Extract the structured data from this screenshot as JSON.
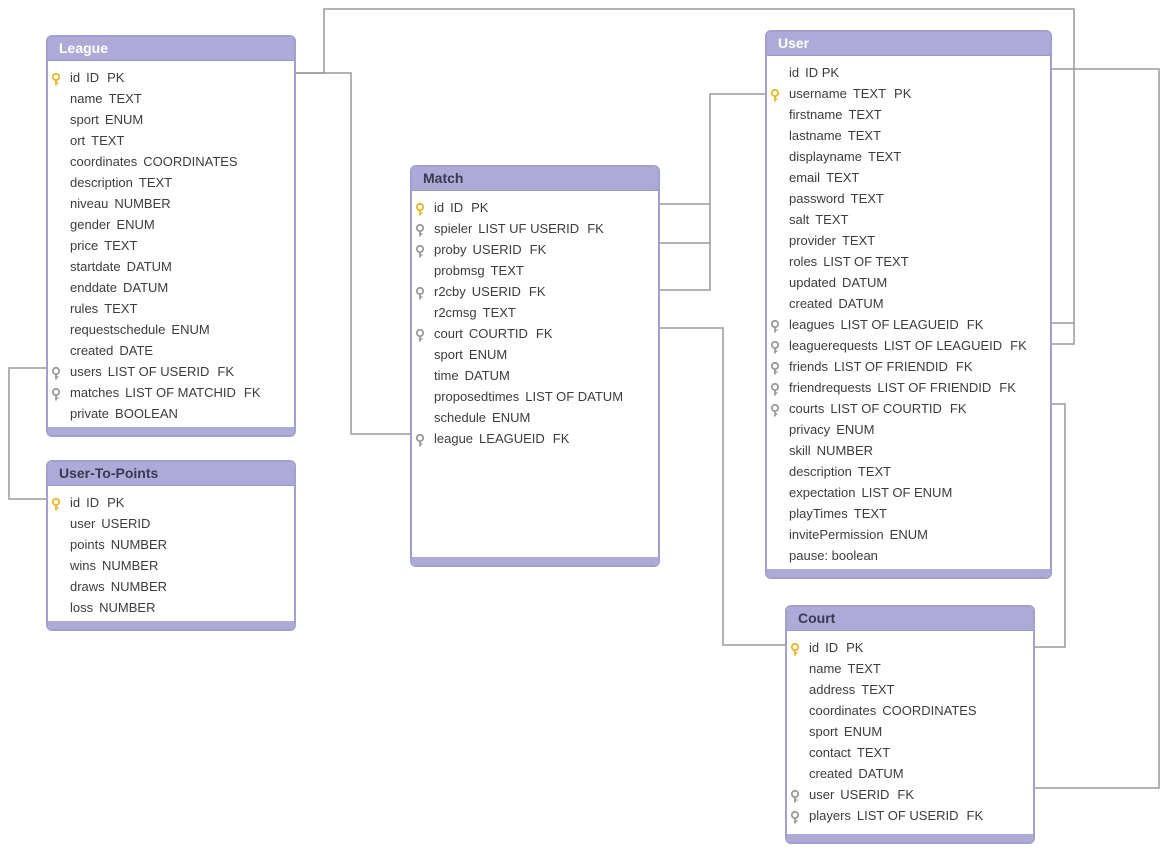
{
  "colors": {
    "header": "#aeaad8",
    "border": "#a39fd0",
    "pk_key": "#e8b62a",
    "fk_key": "#9a9a9a",
    "connector": "#9a9a9a"
  },
  "entities": {
    "league": {
      "title": "League",
      "fields": [
        {
          "name": "id",
          "type": "ID",
          "flag": "PK",
          "key": "pk"
        },
        {
          "name": "name",
          "type": "TEXT",
          "flag": "",
          "key": ""
        },
        {
          "name": "sport",
          "type": "ENUM",
          "flag": "",
          "key": ""
        },
        {
          "name": "ort",
          "type": "TEXT",
          "flag": "",
          "key": ""
        },
        {
          "name": "coordinates",
          "type": "COORDINATES",
          "flag": "",
          "key": ""
        },
        {
          "name": "description",
          "type": "TEXT",
          "flag": "",
          "key": ""
        },
        {
          "name": "niveau",
          "type": "NUMBER",
          "flag": "",
          "key": ""
        },
        {
          "name": "gender",
          "type": "ENUM",
          "flag": "",
          "key": ""
        },
        {
          "name": "price",
          "type": "TEXT",
          "flag": "",
          "key": ""
        },
        {
          "name": "startdate",
          "type": "DATUM",
          "flag": "",
          "key": ""
        },
        {
          "name": "enddate",
          "type": "DATUM",
          "flag": "",
          "key": ""
        },
        {
          "name": "rules",
          "type": "TEXT",
          "flag": "",
          "key": ""
        },
        {
          "name": "requestschedule",
          "type": "ENUM",
          "flag": "",
          "key": ""
        },
        {
          "name": "created",
          "type": "DATE",
          "flag": "",
          "key": ""
        },
        {
          "name": "users",
          "type": "LIST OF USERID",
          "flag": "FK",
          "key": "fk"
        },
        {
          "name": "matches",
          "type": "LIST OF MATCHID",
          "flag": "FK",
          "key": "fk"
        },
        {
          "name": "private",
          "type": "BOOLEAN",
          "flag": "",
          "key": ""
        }
      ]
    },
    "user_to_points": {
      "title": "User-To-Points",
      "fields": [
        {
          "name": "id",
          "type": "ID",
          "flag": "PK",
          "key": "pk"
        },
        {
          "name": "user",
          "type": "USERID",
          "flag": "",
          "key": ""
        },
        {
          "name": "points",
          "type": "NUMBER",
          "flag": "",
          "key": ""
        },
        {
          "name": "wins",
          "type": "NUMBER",
          "flag": "",
          "key": ""
        },
        {
          "name": "draws",
          "type": "NUMBER",
          "flag": "",
          "key": ""
        },
        {
          "name": "loss",
          "type": "NUMBER",
          "flag": "",
          "key": ""
        }
      ]
    },
    "match": {
      "title": "Match",
      "fields": [
        {
          "name": "id",
          "type": "ID",
          "flag": "PK",
          "key": "pk"
        },
        {
          "name": "spieler",
          "type": "LIST UF USERID",
          "flag": "FK",
          "key": "fk"
        },
        {
          "name": "proby",
          "type": "USERID",
          "flag": "FK",
          "key": "fk"
        },
        {
          "name": "probmsg",
          "type": "TEXT",
          "flag": "",
          "key": ""
        },
        {
          "name": "r2cby",
          "type": "USERID",
          "flag": "FK",
          "key": "fk"
        },
        {
          "name": "r2cmsg",
          "type": "TEXT",
          "flag": "",
          "key": ""
        },
        {
          "name": "court",
          "type": "COURTID",
          "flag": "FK",
          "key": "fk"
        },
        {
          "name": "sport",
          "type": "ENUM",
          "flag": "",
          "key": ""
        },
        {
          "name": "time",
          "type": "DATUM",
          "flag": "",
          "key": ""
        },
        {
          "name": "proposedtimes",
          "type": "LIST OF DATUM",
          "flag": "",
          "key": ""
        },
        {
          "name": "schedule",
          "type": "ENUM",
          "flag": "",
          "key": ""
        },
        {
          "name": "league",
          "type": "LEAGUEID",
          "flag": "FK",
          "key": "fk"
        }
      ]
    },
    "user": {
      "title": "User",
      "fields": [
        {
          "name": "id",
          "type": "ID PK",
          "flag": "",
          "key": ""
        },
        {
          "name": "username",
          "type": "TEXT",
          "flag": "PK",
          "key": "pk"
        },
        {
          "name": "firstname",
          "type": "TEXT",
          "flag": "",
          "key": ""
        },
        {
          "name": "lastname",
          "type": "TEXT",
          "flag": "",
          "key": ""
        },
        {
          "name": "displayname",
          "type": "TEXT",
          "flag": "",
          "key": ""
        },
        {
          "name": "email",
          "type": "TEXT",
          "flag": "",
          "key": ""
        },
        {
          "name": "password",
          "type": "TEXT",
          "flag": "",
          "key": ""
        },
        {
          "name": "salt",
          "type": "TEXT",
          "flag": "",
          "key": ""
        },
        {
          "name": "provider",
          "type": "TEXT",
          "flag": "",
          "key": ""
        },
        {
          "name": "roles",
          "type": "LIST OF TEXT",
          "flag": "",
          "key": ""
        },
        {
          "name": "updated",
          "type": "DATUM",
          "flag": "",
          "key": ""
        },
        {
          "name": "created",
          "type": "DATUM",
          "flag": "",
          "key": ""
        },
        {
          "name": "leagues",
          "type": "LIST OF LEAGUEID",
          "flag": "FK",
          "key": "fk"
        },
        {
          "name": "leaguerequests",
          "type": "LIST OF LEAGUEID",
          "flag": "FK",
          "key": "fk"
        },
        {
          "name": "friends",
          "type": "LIST OF FRIENDID",
          "flag": "FK",
          "key": "fk"
        },
        {
          "name": "friendrequests",
          "type": "LIST OF FRIENDID",
          "flag": "FK",
          "key": "fk"
        },
        {
          "name": "courts",
          "type": "LIST OF COURTID",
          "flag": "FK",
          "key": "fk"
        },
        {
          "name": "privacy",
          "type": "ENUM",
          "flag": "",
          "key": ""
        },
        {
          "name": "skill",
          "type": "NUMBER",
          "flag": "",
          "key": ""
        },
        {
          "name": "description",
          "type": "TEXT",
          "flag": "",
          "key": ""
        },
        {
          "name": "expectation",
          "type": "LIST OF ENUM",
          "flag": "",
          "key": ""
        },
        {
          "name": "playTimes",
          "type": "TEXT",
          "flag": "",
          "key": ""
        },
        {
          "name": "invitePermission",
          "type": "ENUM",
          "flag": "",
          "key": ""
        },
        {
          "name": "pause: boolean",
          "type": "",
          "flag": "",
          "key": ""
        }
      ]
    },
    "court": {
      "title": "Court",
      "fields": [
        {
          "name": "id",
          "type": "ID",
          "flag": "PK",
          "key": "pk"
        },
        {
          "name": "name",
          "type": "TEXT",
          "flag": "",
          "key": ""
        },
        {
          "name": "address",
          "type": "TEXT",
          "flag": "",
          "key": ""
        },
        {
          "name": "coordinates",
          "type": "COORDINATES",
          "flag": "",
          "key": ""
        },
        {
          "name": "sport",
          "type": "ENUM",
          "flag": "",
          "key": ""
        },
        {
          "name": "contact",
          "type": "TEXT",
          "flag": "",
          "key": ""
        },
        {
          "name": "created",
          "type": "DATUM",
          "flag": "",
          "key": ""
        },
        {
          "name": "user",
          "type": "USERID",
          "flag": "FK",
          "key": "fk"
        },
        {
          "name": "players",
          "type": "LIST OF USERID",
          "flag": "FK",
          "key": "fk"
        }
      ]
    }
  }
}
